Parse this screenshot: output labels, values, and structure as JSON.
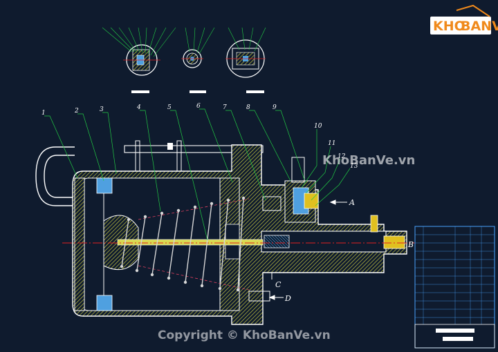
{
  "logo": {
    "brand_left": "KHO",
    "brand_right": "BANVE",
    "colors": {
      "orange": "#f08a1c",
      "white": "#ffffff"
    }
  },
  "watermark": {
    "center_text": "KhoBanVe.vn",
    "copyright_text": "Copyright © KhoBanVe.vn"
  },
  "callouts": {
    "numbers": [
      "1",
      "2",
      "3",
      "4",
      "5",
      "6",
      "7",
      "8",
      "9",
      "10",
      "11",
      "12",
      "13"
    ],
    "letters": [
      "A",
      "B",
      "C",
      "D"
    ]
  },
  "colors": {
    "background": "#0f1b2e",
    "outline": "#ffffff",
    "hatch": "#d9d950",
    "leader": "#22cc44",
    "axis": "#e02020",
    "spring": "#d7d7d7",
    "spring_axis": "#e04060",
    "table_line": "#4aa3ff"
  }
}
